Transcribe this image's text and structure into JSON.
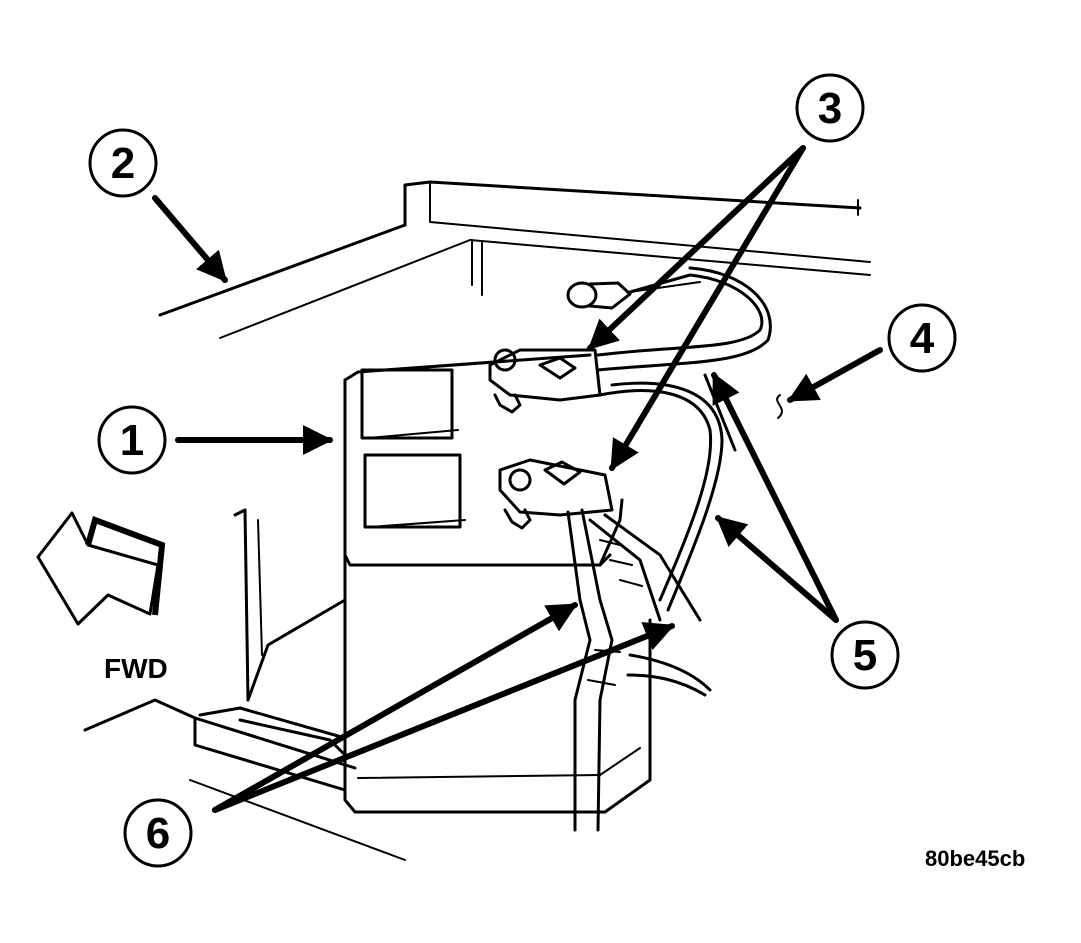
{
  "callouts": [
    {
      "id": "1",
      "label": "1"
    },
    {
      "id": "2",
      "label": "2"
    },
    {
      "id": "3",
      "label": "3"
    },
    {
      "id": "4",
      "label": "4"
    },
    {
      "id": "5",
      "label": "5"
    },
    {
      "id": "6",
      "label": "6"
    }
  ],
  "direction_label": "FWD",
  "figure_id": "80be45cb",
  "colors": {
    "line": "#000000",
    "background": "#ffffff"
  }
}
